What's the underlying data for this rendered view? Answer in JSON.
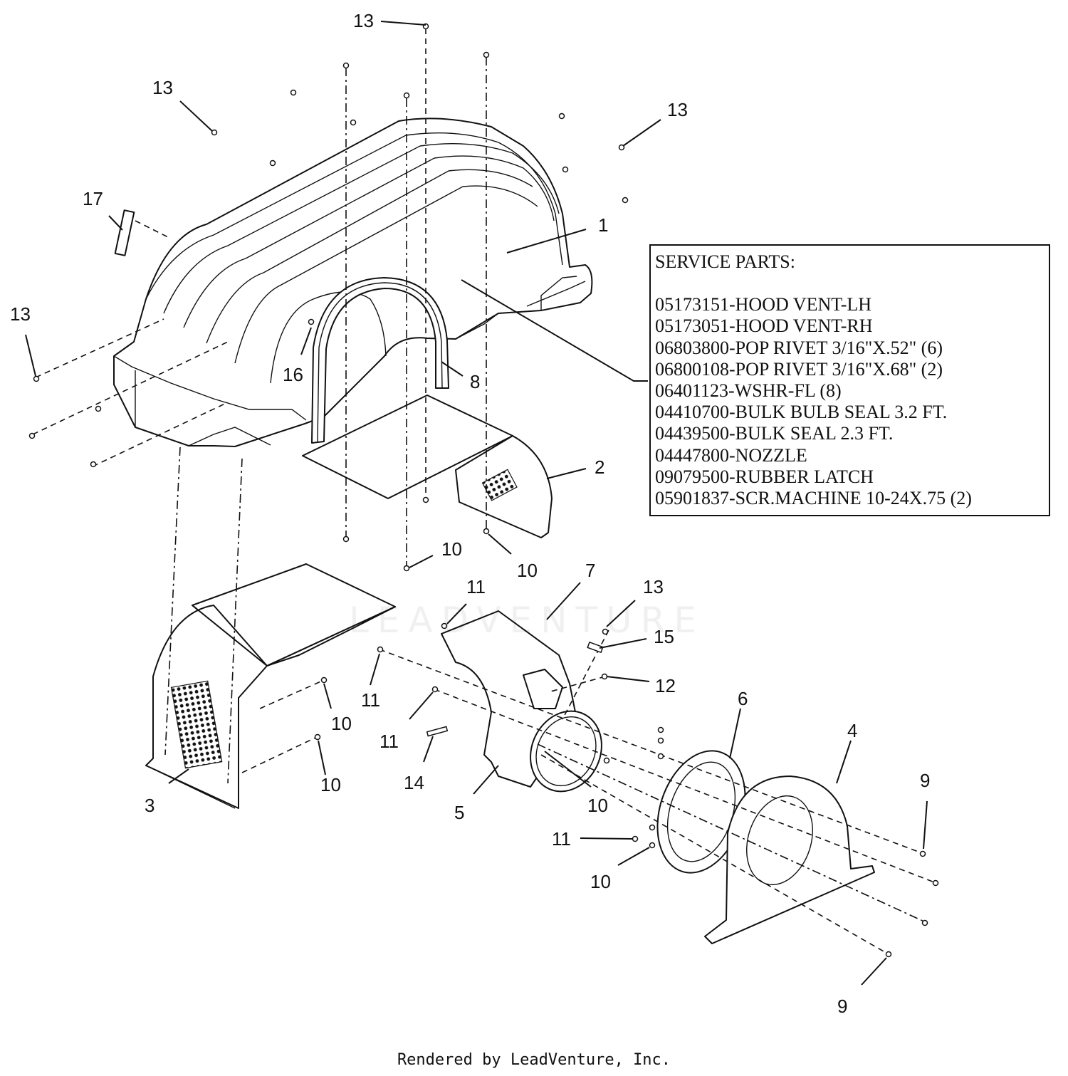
{
  "service_parts": {
    "title": "SERVICE PARTS:",
    "items": [
      "05173151-HOOD VENT-LH",
      "05173051-HOOD VENT-RH",
      "06803800-POP RIVET 3/16\"X.52\" (6)",
      "06800108-POP RIVET 3/16\"X.68\" (2)",
      "06401123-WSHR-FL (8)",
      "04410700-BULK BULB SEAL 3.2 FT.",
      "04439500-BULK SEAL 2.3 FT.",
      "04447800-NOZZLE",
      "09079500-RUBBER LATCH",
      "05901837-SCR.MACHINE 10-24X.75 (2)"
    ]
  },
  "callouts": [
    {
      "id": "13-top",
      "label": "13"
    },
    {
      "id": "13-upper-left",
      "label": "13"
    },
    {
      "id": "13-upper-right",
      "label": "13"
    },
    {
      "id": "17",
      "label": "17"
    },
    {
      "id": "1",
      "label": "1"
    },
    {
      "id": "13-left",
      "label": "13"
    },
    {
      "id": "16",
      "label": "16"
    },
    {
      "id": "8",
      "label": "8"
    },
    {
      "id": "2",
      "label": "2"
    },
    {
      "id": "10-a",
      "label": "10"
    },
    {
      "id": "10-b",
      "label": "10"
    },
    {
      "id": "7",
      "label": "7"
    },
    {
      "id": "11-a",
      "label": "11"
    },
    {
      "id": "13-lower",
      "label": "13"
    },
    {
      "id": "15",
      "label": "15"
    },
    {
      "id": "12",
      "label": "12"
    },
    {
      "id": "6",
      "label": "6"
    },
    {
      "id": "4",
      "label": "4"
    },
    {
      "id": "11-b",
      "label": "11"
    },
    {
      "id": "10-c",
      "label": "10"
    },
    {
      "id": "11-c",
      "label": "11"
    },
    {
      "id": "10-d",
      "label": "10"
    },
    {
      "id": "14",
      "label": "14"
    },
    {
      "id": "3",
      "label": "3"
    },
    {
      "id": "5",
      "label": "5"
    },
    {
      "id": "10-e",
      "label": "10"
    },
    {
      "id": "9-a",
      "label": "9"
    },
    {
      "id": "11-d",
      "label": "11"
    },
    {
      "id": "10-f",
      "label": "10"
    },
    {
      "id": "9-b",
      "label": "9"
    }
  ],
  "watermark": "LEADVENTURE",
  "footer": "Rendered by LeadVenture, Inc."
}
